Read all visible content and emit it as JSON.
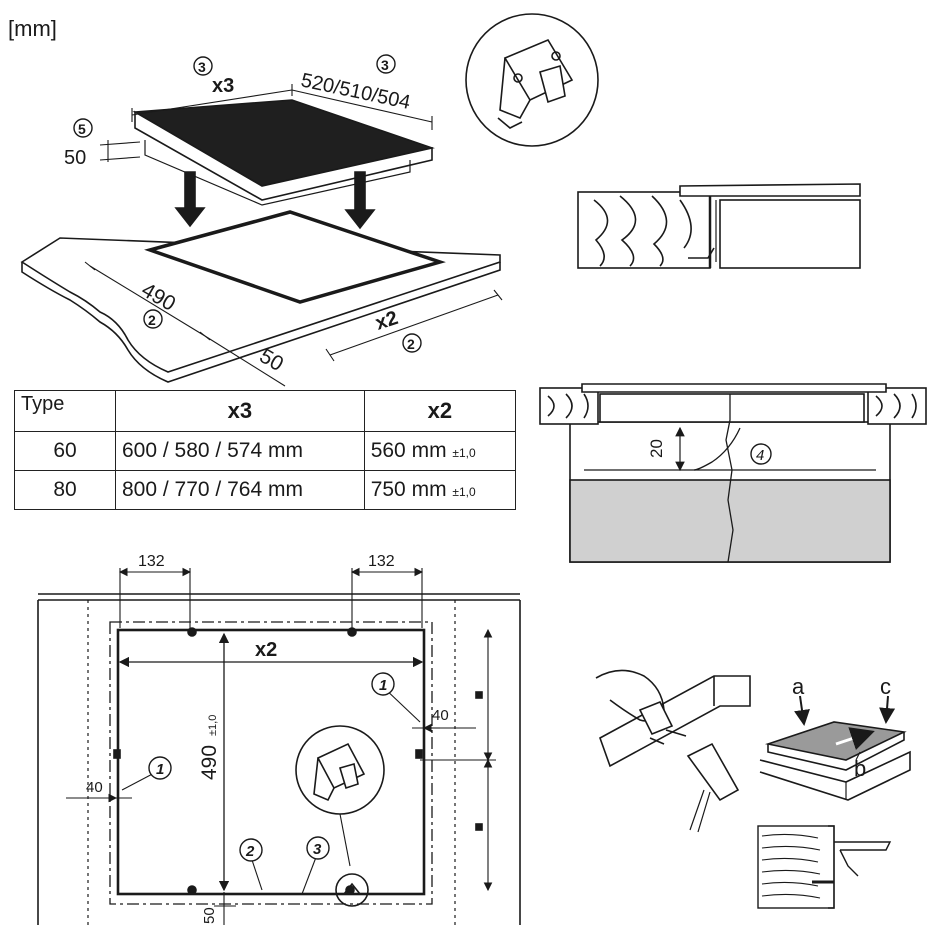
{
  "unit_label": "[mm]",
  "callouts": {
    "c1": "1",
    "c2": "2",
    "c3": "3",
    "c4": "4",
    "c5": "5"
  },
  "dims": {
    "x3": "x3",
    "x2": "x2",
    "depth_options": "520/510/504",
    "hob_height": "50",
    "cutout_depth": "490",
    "edge_distance": "50",
    "clearance_20": "20",
    "bracket_offset": "132",
    "side_gap": "40",
    "cutout_490_tol": "490",
    "tol_1_0": "±1,0",
    "bottom_50": "50"
  },
  "table": {
    "header": [
      "Type",
      "x3",
      "x2"
    ],
    "rows": [
      {
        "type": "60",
        "x3": "600 / 580 / 574 mm",
        "x2": "560 mm",
        "tol": "±1,0"
      },
      {
        "type": "80",
        "x3": "800 / 770 / 764 mm",
        "x2": "750 mm",
        "tol": "±1,0"
      }
    ]
  },
  "install_labels": {
    "a": "a",
    "b": "b",
    "c": "c"
  }
}
